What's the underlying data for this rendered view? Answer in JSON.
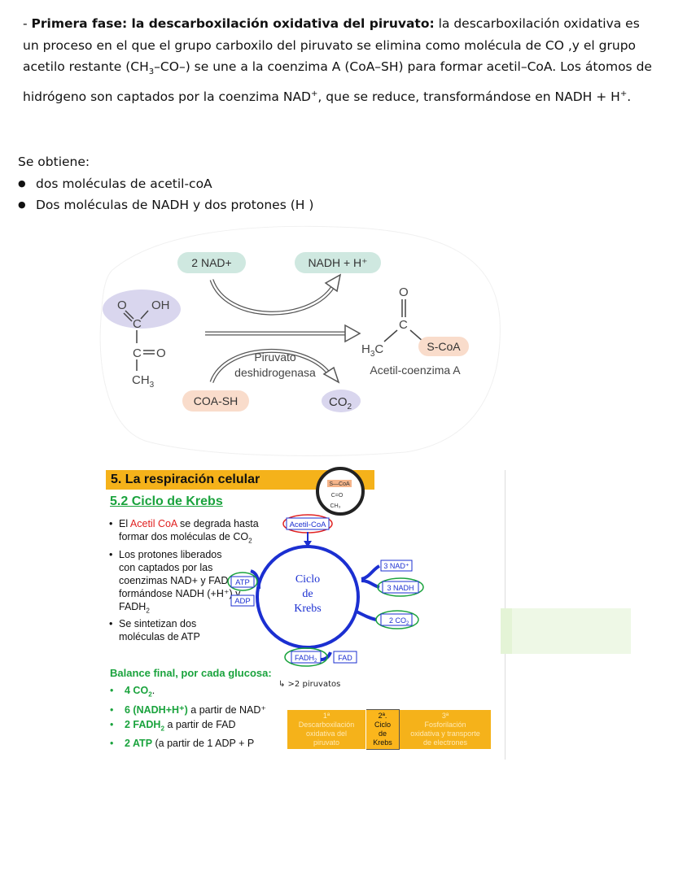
{
  "intro": {
    "dash": "- ",
    "bold_title": "Primera fase: la descarboxilación oxidativa del piruvato:",
    "text_a": " la descarboxilación oxidativa es un proceso en el que el grupo carboxilo del piruvato se elimina como molécula de CO ,y el grupo acetilo restante (CH",
    "sub3": "3",
    "text_b": "–CO–) se une a la coenzima A (CoA–SH) para formar acetil–CoA. Los átomos de hidrógeno son captados por la coenzima NAD",
    "sup_plus": "+",
    "text_c": ", que se reduce, transformándose en NADH + H",
    "sup_plus2": "+",
    "text_d": "."
  },
  "obtain": {
    "heading": "Se obtiene:",
    "items": [
      "dos moléculas de acetil-coA",
      "Dos moléculas de NADH y dos protones (H )"
    ]
  },
  "reaction": {
    "nad_in": "2 NAD+",
    "nadh_out": "NADH + H⁺",
    "coash": "COA-SH",
    "co2": "CO",
    "co2_sub": "2",
    "enzyme_line1": "Piruvato",
    "enzyme_line2": "deshidrogenasa",
    "pyruvate": {
      "o": "O",
      "oh": "OH",
      "c_top": "C",
      "c_mid": "C",
      "o_mid": "O",
      "ch3": "CH",
      "ch3_sub": "3"
    },
    "product": {
      "o": "O",
      "c": "C",
      "h3c": "H",
      "h3c_sub": "3",
      "h3c_c": "C",
      "scoa": "S-CoA",
      "name": "Acetil-coenzima A"
    }
  },
  "slide": {
    "title": "5. La respiración celular",
    "subtitle": "5.2 Ciclo de Krebs",
    "bullet1_a": "El ",
    "bullet1_red": "Acetil CoA",
    "bullet1_b": " se degrada hasta formar dos moléculas de CO",
    "bullet1_sub": "2",
    "bullet2": "Los protones liberados con captados por las coenzimas NAD+ y FAD formándose NADH (+H⁺) y FADH",
    "bullet2_sub": "2",
    "bullet3": "Se sintetizan dos moléculas de ATP",
    "balance_title": "Balance final, por cada glucosa:",
    "balance": [
      {
        "g": "4 CO",
        "gsub": "2",
        "rest": "."
      },
      {
        "g": "6 (NADH+H⁺)",
        "gsub": "",
        "rest": " a partir de NAD⁺"
      },
      {
        "g": "2 FADH",
        "gsub": "2",
        "rest": " a partir de FAD"
      },
      {
        "g": "2 ATP",
        "gsub": "",
        "rest": " (a partir de 1 ADP + P"
      }
    ],
    "hand_note": "↳ >2 piruvatos",
    "cycle": {
      "l1": "Ciclo",
      "l2": "de",
      "l3": "Krebs"
    },
    "labels": {
      "acetil": "Acetil-CoA",
      "nad3": "3 NAD⁺",
      "nadh3": "3 NADH",
      "co2": "2 CO",
      "co2_sub": "2",
      "atp": "ATP",
      "adp": "ADP",
      "fadh2": "FADH",
      "fadh2_sub": "2",
      "fad": "FAD",
      "mol_scoa": "S—CoA",
      "mol_co": "C=O",
      "mol_ch3": "CH₃"
    },
    "table": {
      "c1": [
        "1ª",
        "Descarboxilación",
        "oxidativa del",
        "piruvato"
      ],
      "c2": [
        "2ª.",
        "Ciclo",
        "de",
        "Krebs"
      ],
      "c3": [
        "3ª",
        "Fosforilación",
        "oxidativa y transporte",
        "de electrones"
      ]
    }
  },
  "colors": {
    "teal": "#cfe8e0",
    "lavender": "#d9d6ee",
    "salmon": "#f9dccb",
    "orange": "#f5b21a",
    "green": "#1aa33d",
    "blue": "#1b2fd1",
    "red": "#e02020"
  }
}
